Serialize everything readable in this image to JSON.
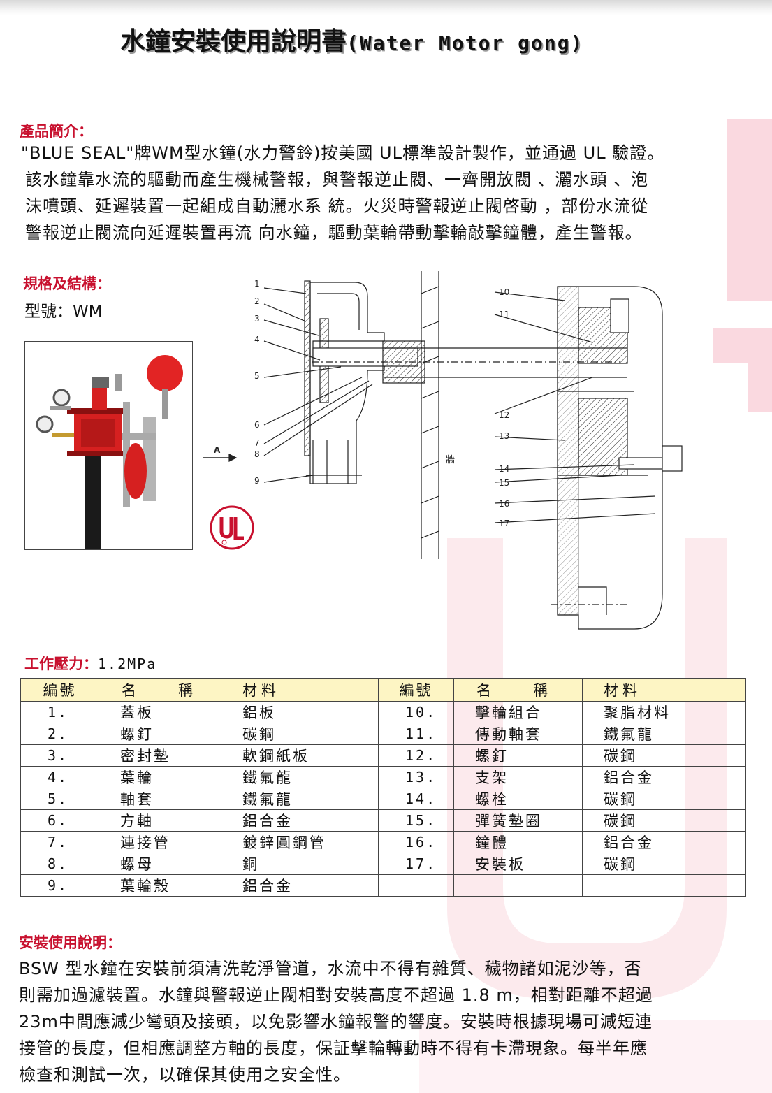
{
  "title": {
    "cn": "水鐘安裝使用說明書",
    "en": "(Water  Motor  gong)"
  },
  "intro": {
    "heading": "產品簡介：",
    "lines": [
      "\"BLUE SEAL\"牌WM型水鐘(水力警鈴)按美國 UL標準設計製作，並通過 UL 驗證。",
      "該水鐘靠水流的驅動而產生機械警報，與警報逆止閥、一齊開放閥 、灑水頭 、泡",
      "沫噴頭、延遲裝置一起組成自動灑水系 統。火災時警報逆止閥啓動 ，部份水流從",
      "警報逆止閥流向延遲裝置再流 向水鐘，驅動葉輪帶動擊輪敲擊鐘體，產生警報。"
    ]
  },
  "spec": {
    "heading": "規格及結構：",
    "model": "型號：WM"
  },
  "drawing": {
    "left_labels": [
      "1",
      "2",
      "3",
      "4",
      "5",
      "6",
      "7",
      "8",
      "9"
    ],
    "right_labels": [
      "10",
      "11",
      "12",
      "13",
      "14",
      "15",
      "16",
      "17"
    ],
    "arrow_label": "A",
    "wall_label": "牆"
  },
  "pressure": {
    "label": "工作壓力：",
    "value": "1.2MPa"
  },
  "table": {
    "headers": [
      "編號",
      "名稱",
      "材料",
      "編號",
      "名稱",
      "材料"
    ],
    "rows": [
      [
        "1.",
        "蓋板",
        "鋁板",
        "10.",
        "擊輪組合",
        "聚脂材料"
      ],
      [
        "2.",
        "螺釘",
        "碳鋼",
        "11.",
        "傳動軸套",
        "鐵氟龍"
      ],
      [
        "3.",
        "密封墊",
        "軟鋼紙板",
        "12.",
        "螺釘",
        "碳鋼"
      ],
      [
        "4.",
        "葉輪",
        "鐵氟龍",
        "13.",
        "支架",
        "鋁合金"
      ],
      [
        "5.",
        "軸套",
        "鐵氟龍",
        "14.",
        "螺栓",
        "碳鋼"
      ],
      [
        "6.",
        "方軸",
        "鋁合金",
        "15.",
        "彈簧墊圈",
        "碳鋼"
      ],
      [
        "7.",
        "連接管",
        "鍍鋅圓鋼管",
        "16.",
        "鐘體",
        "鋁合金"
      ],
      [
        "8.",
        "螺母",
        "銅",
        "17.",
        "安裝板",
        "碳鋼"
      ],
      [
        "9.",
        "葉輪殼",
        "鋁合金",
        "",
        "",
        ""
      ]
    ]
  },
  "usage": {
    "heading": "安裝使用說明：",
    "lines": [
      "BSW 型水鐘在安裝前須清洗乾淨管道，水流中不得有雜質、穢物諸如泥沙等，否",
      "則需加過濾裝置。水鐘與警報逆止閥相對安裝高度不超過 1.8 m，相對距離不超過",
      "23m中間應減少彎頭及接頭，以免影響水鐘報警的響度。安裝時根據現場可減短連",
      "接管的長度，但相應調整方軸的長度，保証擊輪轉動時不得有卡滯現象。每半年應",
      "檢查和測試一次，以確保其使用之安全性。"
    ]
  },
  "colors": {
    "accent": "#c8102e",
    "table_header": "#fdf5c4",
    "watermark": "#f7c9d2"
  }
}
